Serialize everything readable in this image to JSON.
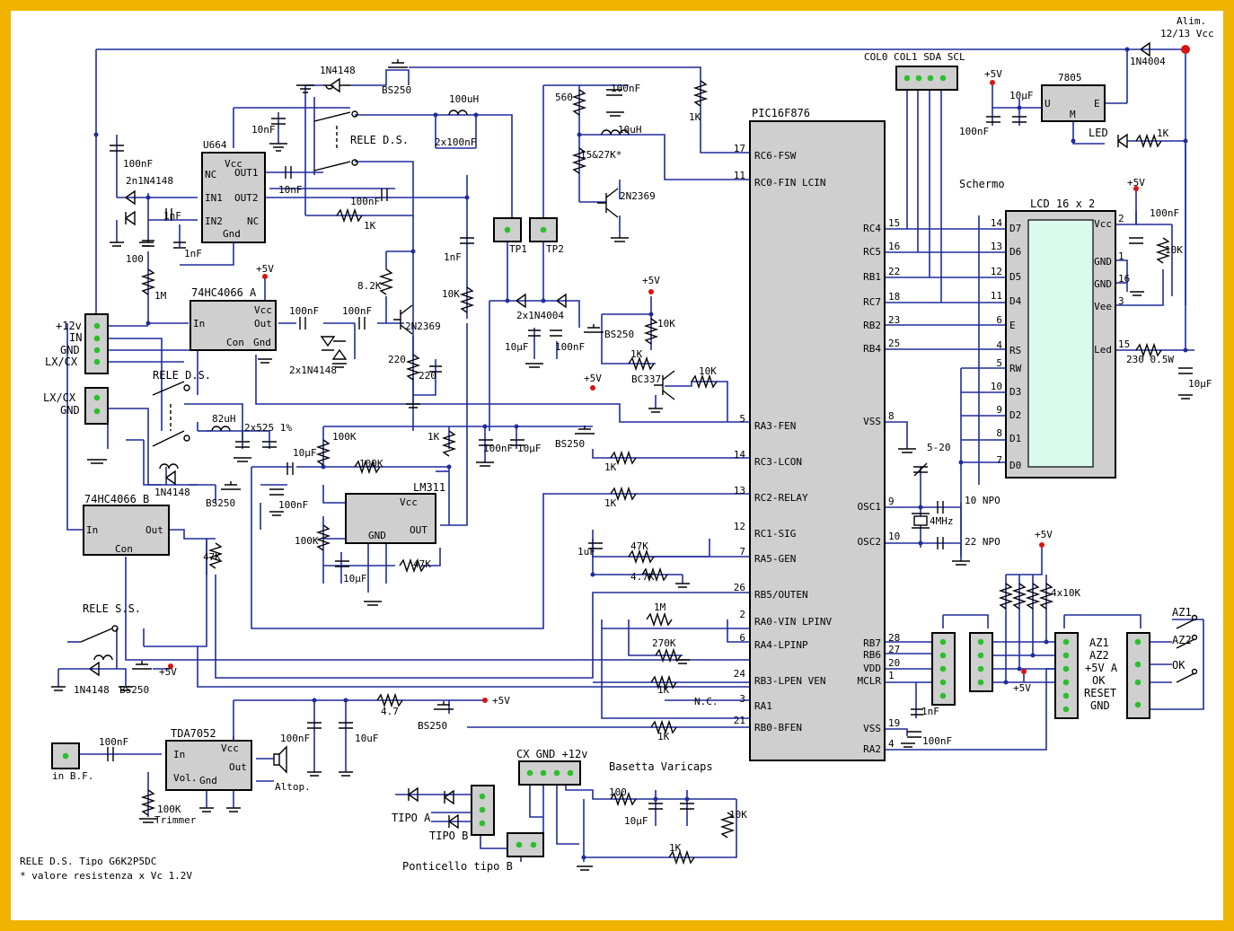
{
  "labels": {
    "power_in": "Alim.",
    "power_v": "12/13 Vcc",
    "diode_main": "1N4004",
    "col_header": "COL0 COL1 SDA SCL",
    "reg_plus5": "+5V",
    "reg_cap10": "10µF",
    "reg_cap100": "100nF",
    "reg_ic": "7805",
    "reg_u": "U",
    "reg_m": "M",
    "reg_e": "E",
    "led": "LED",
    "res_1k_led": "1K",
    "d_1n4148_top": "1N4148",
    "bs250_top": "BS250",
    "ind_100uh": "100uH",
    "res_560": "560",
    "cap_100nf_top": "100nF",
    "ind_10uh": "10uH",
    "res_1k_top": "1K",
    "pic": "PIC16F876",
    "u664": "U664",
    "u664_vcc": "Vcc",
    "u664_nc": "NC",
    "u664_in1": "IN1",
    "u664_in2": "IN2",
    "u664_gnd": "Gnd",
    "u664_out1": "OUT1",
    "u664_out2": "OUT2",
    "u664_nc2": "NC",
    "cap_10nf": "10nF",
    "cap_10nf_b": "10nF",
    "rele_ds_top": "RELE D.S.",
    "cap_2x100nf": "2x100nF",
    "res_15_27k": "15&27K*",
    "q_2n2369_a": "2N2369",
    "cap_100nf_l": "100nF",
    "diodes_2n": "2n1N4148",
    "cap_1nf_a": "1nF",
    "cap_1nf_b": "1nF",
    "cap_100nf_m": "100nF",
    "res_1k_m": "1K",
    "res_100": "100",
    "tp1": "TP1",
    "tp2": "TP2",
    "cap_1nf_c": "1nF",
    "res_10k_m": "10K",
    "res_1m": "1M",
    "hc4066a": "74HC4066 A",
    "plus5_a": "+5V",
    "hc_in": "In",
    "hc_vcc": "Vcc",
    "hc_out": "Out",
    "hc_con": "Con",
    "hc_gnd": "Gnd",
    "cap_100nf_n": "100nF",
    "cap_100nf_o": "100nF",
    "res_8_2k": "8.2K",
    "q_2n2369_b": "2N2369",
    "d_2x1n4148": "2x1N4148",
    "res_220a": "220",
    "res_220b": "220",
    "d_2x1n4004": "2x1N4004",
    "plus5_b": "+5V",
    "res_10k_b": "10K",
    "bs250_b": "BS250",
    "cap_10uf_a": "10µF",
    "cap_100nf_p": "100nF",
    "res_1k_b": "1K",
    "bc337": "BC337",
    "res_10k_c": "10K",
    "plus5_c": "+5V",
    "conn_12v": "+12v",
    "conn_in": "IN",
    "conn_gnd": "GND",
    "conn_lxcx": "LX/CX",
    "conn2_lxcx": "LX/CX",
    "conn2_gnd": "GND",
    "rele_ds_mid": "RELE D.S.",
    "ind_82uh": "82uH",
    "cap_2x525": "2x525  1%",
    "res_100k_a": "100K",
    "res_1k_c": "1K",
    "cap_100nf_q": "100nF",
    "cap_10uf_b": "10µF",
    "bs250_c": "BS250",
    "res_1k_d": "1K",
    "cap_10uf_c": "10µF",
    "res_100k_b": "100K",
    "d_1n4148_b": "1N4148",
    "bs250_d": "BS250",
    "cap_100nf_r": "100nF",
    "lm311": "LM311",
    "lm_vcc": "Vcc",
    "lm_gnd": "GND",
    "lm_out": "OUT",
    "res_100k_c": "100K",
    "res_47k_a": "47K",
    "cap_10uf_d": "10µF",
    "res_1k_e": "1K",
    "hc4066b": "74HC4066 B",
    "hcb_in": "In",
    "hcb_out": "Out",
    "hcb_con": "Con",
    "res_47k_b": "47K",
    "res_47k_c": "47K",
    "res_4_7k": "4.7K",
    "cap_1uf": "1uF",
    "rele_ss": "RELE S.S.",
    "res_1m_b": "1M",
    "res_270k": "270K",
    "d_1n4148_c": "1N4148",
    "bs250_e": "BS250",
    "plus5_d": "+5V",
    "res_1k_f": "1K",
    "nc": "N.C.",
    "res_4_7": "4.7",
    "bs250_f": "BS250",
    "plus5_e": "+5V",
    "res_1k_g": "1K",
    "cap_100nf_s": "100nF",
    "cap_10uf_e": "10uF",
    "tda": "TDA7052",
    "tda_in": "In",
    "tda_vcc": "Vcc",
    "tda_out": "Out",
    "tda_vol": "Vol.",
    "tda_gnd": "Gnd",
    "altop": "Altop.",
    "in_bf": "in B.F.",
    "cap_100nf_t": "100nF",
    "res_100k_t": "100K",
    "trimmer": "Trimmer",
    "note1": "RELE D.S. Tipo G6K2P5DC",
    "note2": "* valore resistenza x Vc 1.2V",
    "cx_header": "CX GND +12v",
    "basetta": "Basetta Varicaps",
    "res_100_v": "100",
    "cap_10uf_v": "10µF",
    "res_10k_v": "10K",
    "res_1k_v": "1K",
    "tipo_a": "TIPO A",
    "tipo_b": "TIPO B",
    "ponticello": "Ponticello tipo B",
    "schermo": "Schermo",
    "lcd": "LCD 16 x 2",
    "plus5_lcd": "+5V",
    "cap_100nf_lcd": "100nF",
    "res_10k_lcd": "10K",
    "res_230": "230  0.5W",
    "cap_10uf_lcd": "10µF",
    "cap_5_20": "5-20",
    "xtal": "4MHz",
    "npo_10": "10 NPO",
    "npo_22": "22 NPO",
    "plus5_kb": "+5V",
    "res_4x10k": "4x10K",
    "plus5_kb2": "+5V",
    "cap_1nf_kb": "1nF",
    "cap_100nf_kb": "100nF",
    "kb_az1": "AZ1",
    "kb_az2": "AZ2",
    "kb_5va": "+5V A",
    "kb_ok": "OK",
    "kb_reset": "RESET",
    "kb_gnd": "GND",
    "sw_az1": "AZ1",
    "sw_az2": "AZ2",
    "sw_ok": "OK"
  },
  "pic_pins_left": [
    {
      "num": "17",
      "name": "RC6-FSW"
    },
    {
      "num": "11",
      "name": "RC0-FIN LCIN"
    },
    {
      "num": "5",
      "name": "RA3-FEN"
    },
    {
      "num": "14",
      "name": "RC3-LCON"
    },
    {
      "num": "13",
      "name": "RC2-RELAY"
    },
    {
      "num": "12",
      "name": "RC1-SIG"
    },
    {
      "num": "7",
      "name": "RA5-GEN"
    },
    {
      "num": "26",
      "name": "RB5/OUTEN"
    },
    {
      "num": "2",
      "name": "RA0-VIN LPINV"
    },
    {
      "num": "6",
      "name": "RA4-LPINP"
    },
    {
      "num": "24",
      "name": "RB3-LPEN VEN"
    },
    {
      "num": "3",
      "name": "RA1"
    },
    {
      "num": "21",
      "name": "RB0-BFEN"
    }
  ],
  "pic_pins_right": [
    {
      "num": "15",
      "name": "RC4"
    },
    {
      "num": "16",
      "name": "RC5"
    },
    {
      "num": "22",
      "name": "RB1"
    },
    {
      "num": "18",
      "name": "RC7"
    },
    {
      "num": "23",
      "name": "RB2"
    },
    {
      "num": "25",
      "name": "RB4"
    },
    {
      "num": "8",
      "name": "VSS"
    },
    {
      "num": "9",
      "name": "OSC1"
    },
    {
      "num": "10",
      "name": "OSC2"
    },
    {
      "num": "28",
      "name": "RB7"
    },
    {
      "num": "27",
      "name": "RB6"
    },
    {
      "num": "20",
      "name": "VDD"
    },
    {
      "num": "1",
      "name": "MCLR"
    },
    {
      "num": "19",
      "name": "VSS"
    },
    {
      "num": "4",
      "name": "RA2"
    }
  ],
  "lcd_pins_left": [
    {
      "num": "14",
      "name": "D7"
    },
    {
      "num": "13",
      "name": "D6"
    },
    {
      "num": "12",
      "name": "D5"
    },
    {
      "num": "11",
      "name": "D4"
    },
    {
      "num": "6",
      "name": "E"
    },
    {
      "num": "4",
      "name": "RS"
    },
    {
      "num": "5",
      "name": "RW"
    },
    {
      "num": "10",
      "name": "D3"
    },
    {
      "num": "9",
      "name": "D2"
    },
    {
      "num": "8",
      "name": "D1"
    },
    {
      "num": "7",
      "name": "D0"
    }
  ],
  "lcd_pins_right": [
    {
      "num": "2",
      "name": "Vcc"
    },
    {
      "num": "1",
      "name": "GND"
    },
    {
      "num": "16",
      "name": "GND"
    },
    {
      "num": "3",
      "name": "Vee"
    },
    {
      "num": "15",
      "name": "Led"
    }
  ],
  "colors": {
    "frame": "#f0b400",
    "wire": "#1f2c9c",
    "pin": "#2bbf2b",
    "ic_fill": "#cfcfcf",
    "lcd_fill": "#d9fbee",
    "vcc_dot": "#dd1111"
  }
}
